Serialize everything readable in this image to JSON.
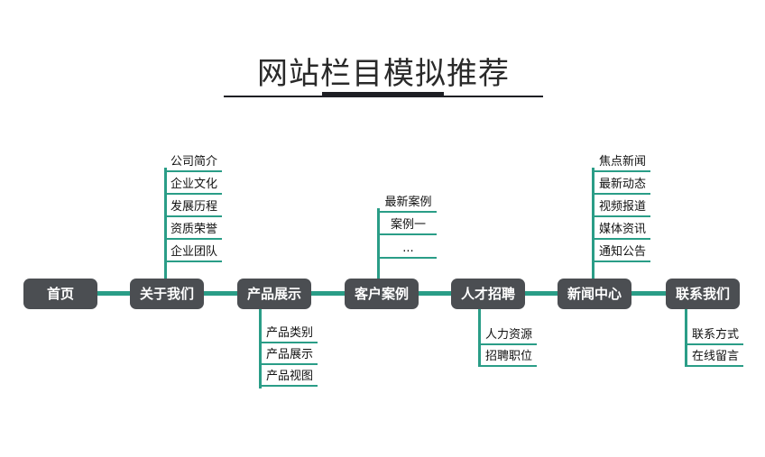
{
  "title": "网站栏目模拟推荐",
  "nodes": [
    {
      "label": "首页",
      "children": []
    },
    {
      "label": "关于我们",
      "children": [
        "公司简介",
        "企业文化",
        "发展历程",
        "资质荣誉",
        "企业团队"
      ]
    },
    {
      "label": "产品展示",
      "children": [
        "产品类别",
        "产品展示",
        "产品视图"
      ]
    },
    {
      "label": "客户案例",
      "children": [
        "最新案例",
        "案例一",
        "..."
      ]
    },
    {
      "label": "人才招聘",
      "children": [
        "人力资源",
        "招聘职位"
      ]
    },
    {
      "label": "新闻中心",
      "children": [
        "焦点新闻",
        "最新动态",
        "视频报道",
        "媒体资讯",
        "通知公告"
      ]
    },
    {
      "label": "联系我们",
      "children": [
        "联系方式",
        "在线留言"
      ]
    }
  ],
  "colors": {
    "accent": "#2a9d87",
    "node": "#4b4e52",
    "title_bar": "#1e1f24"
  }
}
